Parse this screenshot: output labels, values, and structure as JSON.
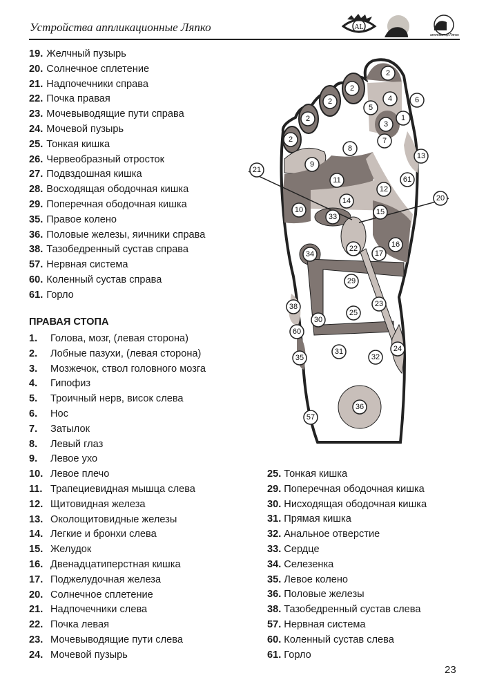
{
  "header": {
    "title": "Устройства аппликационные Ляпко",
    "logo_text": "аппликатор Ляпко"
  },
  "left_list": [
    {
      "num": "19.",
      "text": "Желчный пузырь"
    },
    {
      "num": "20.",
      "text": "Солнечное сплетение"
    },
    {
      "num": "21.",
      "text": "Надпочечники справа"
    },
    {
      "num": "22.",
      "text": "Почка правая"
    },
    {
      "num": "23.",
      "text": "Мочевыводящие пути справа"
    },
    {
      "num": "24.",
      "text": "Мочевой пузырь"
    },
    {
      "num": "25.",
      "text": "Тонкая кишка"
    },
    {
      "num": "26.",
      "text": "Червеобразный отросток"
    },
    {
      "num": "27.",
      "text": "Подвздошная кишка"
    },
    {
      "num": "28.",
      "text": "Восходящая ободочная кишка"
    },
    {
      "num": "29.",
      "text": "Поперечная ободочная кишка"
    },
    {
      "num": "35.",
      "text": "Правое колено"
    },
    {
      "num": "36.",
      "text": "Половые железы, яичники справа"
    },
    {
      "num": "38.",
      "text": "Тазобедренный сустав справа"
    },
    {
      "num": "57.",
      "text": "Нервная система"
    },
    {
      "num": "60.",
      "text": "Коленный сустав справа"
    },
    {
      "num": "61.",
      "text": "Горло"
    }
  ],
  "section_heading": "ПРАВАЯ СТОПА",
  "right_foot_list": [
    {
      "num": "1.",
      "text": "Голова, мозг, (левая сторона)"
    },
    {
      "num": "2.",
      "text": "Лобные пазухи, (левая сторона)"
    },
    {
      "num": "3.",
      "text": "Мозжечок, ствол головного мозга"
    },
    {
      "num": "4.",
      "text": "Гипофиз"
    },
    {
      "num": "5.",
      "text": "Троичный нерв, висок слева"
    },
    {
      "num": "6.",
      "text": "Нос"
    },
    {
      "num": "7.",
      "text": "Затылок"
    },
    {
      "num": "8.",
      "text": "Левый глаз"
    },
    {
      "num": "9.",
      "text": "Левое ухо"
    },
    {
      "num": "10.",
      "text": "Левое плечо"
    },
    {
      "num": "11.",
      "text": "Трапециевидная мышца слева"
    },
    {
      "num": "12.",
      "text": "Щитовидная железа"
    },
    {
      "num": "13.",
      "text": "Околощитовидные железы"
    },
    {
      "num": "14.",
      "text": "Легкие и бронхи слева"
    },
    {
      "num": "15.",
      "text": "Желудок"
    },
    {
      "num": "16.",
      "text": "Двенадцатиперстная кишка"
    },
    {
      "num": "17.",
      "text": "Поджелудочная железа"
    },
    {
      "num": "20.",
      "text": "Солнечное сплетение"
    },
    {
      "num": "21.",
      "text": "Надпочечники слева"
    },
    {
      "num": "22.",
      "text": "Почка левая"
    },
    {
      "num": "23.",
      "text": "Мочевыводящие пути слева"
    },
    {
      "num": "24.",
      "text": "Мочевой пузырь"
    }
  ],
  "right_column_list": [
    {
      "num": "25.",
      "text": "Тонкая кишка"
    },
    {
      "num": "29.",
      "text": "Поперечная ободочная кишка"
    },
    {
      "num": "30.",
      "text": "Нисходящая ободочная кишка"
    },
    {
      "num": "31.",
      "text": "Прямая кишка"
    },
    {
      "num": "32.",
      "text": "Анальное отверстие"
    },
    {
      "num": "33.",
      "text": "Сердце"
    },
    {
      "num": "34.",
      "text": "Селезенка"
    },
    {
      "num": "35.",
      "text": "Левое колено"
    },
    {
      "num": "36.",
      "text": "Половые железы"
    },
    {
      "num": "38.",
      "text": "Тазобедренный сустав слева"
    },
    {
      "num": "57.",
      "text": "Нервная система"
    },
    {
      "num": "60.",
      "text": "Коленный сустав слева"
    },
    {
      "num": "61.",
      "text": "Горло"
    }
  ],
  "diagram_labels": [
    "2",
    "2",
    "2",
    "2",
    "2",
    "4",
    "6",
    "5",
    "1",
    "3",
    "7",
    "8",
    "9",
    "13",
    "21",
    "11",
    "61",
    "12",
    "20",
    "14",
    "10",
    "15",
    "33",
    "22",
    "16",
    "34",
    "17",
    "29",
    "23",
    "25",
    "38",
    "30",
    "60",
    "24",
    "31",
    "32",
    "35",
    "36",
    "57"
  ],
  "colors": {
    "dark": "#807672",
    "light": "#c8bfba",
    "outline": "#222222"
  },
  "page_number": "23"
}
